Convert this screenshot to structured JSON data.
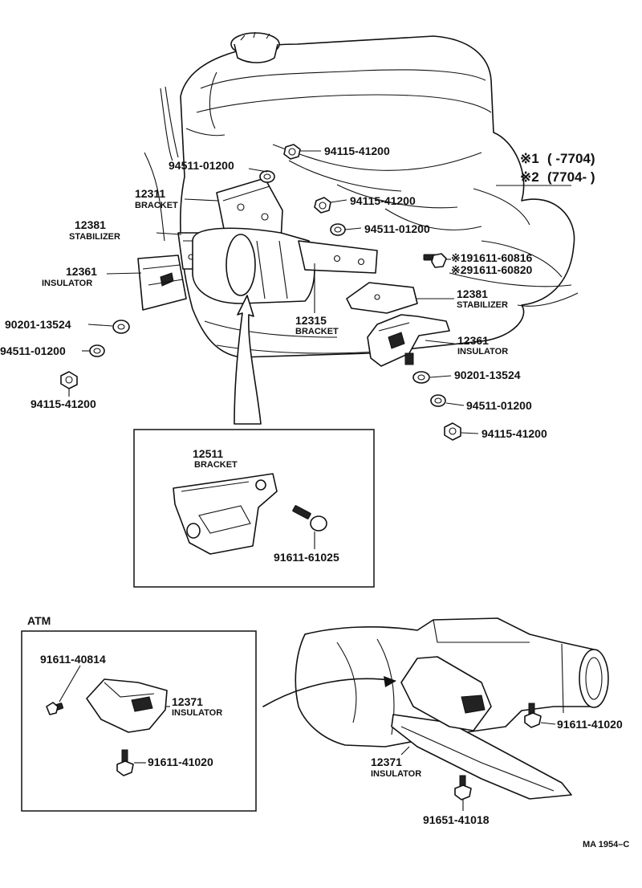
{
  "engine_mount": {
    "callouts": {
      "c94115_top": "94115-41200",
      "c94511_top": "94511-01200",
      "c12311": "12311",
      "c94115_mid": "94115-41200",
      "c94511_mid": "94511-01200",
      "c12381_left": "12381",
      "c91611_60816": "※191611-60816",
      "c91611_60820": "※291611-60820",
      "c12361_left": "12361",
      "c12381_right": "12381",
      "c12315": "12315",
      "c90201_left": "90201-13524",
      "c12361_right": "12361",
      "c94511_left": "94511-01200",
      "c94115_left": "94115-41200",
      "c90201_right": "90201-13524",
      "c94511_right": "94511-01200",
      "c94115_right": "94115-41200"
    },
    "names": {
      "bracket_12311": "BRACKET",
      "stabilizer_left": "STABILIZER",
      "insulator_left": "INSULATOR",
      "stabilizer_right": "STABILIZER",
      "bracket_12315": "BRACKET",
      "insulator_right": "INSULATOR"
    },
    "legend": {
      "row1_marker": "※1",
      "row1_range": "(      -7704)",
      "row2_marker": "※2",
      "row2_range": "(7704-      )"
    }
  },
  "inset_bracket": {
    "part_no": "12511",
    "part_name": "BRACKET",
    "bolt": "91611-61025"
  },
  "atm": {
    "title": "ATM",
    "box": {
      "bolt_top": "91611-40814",
      "insulator_no": "12371",
      "insulator_name": "INSULATOR",
      "bolt_bottom": "91611-41020"
    },
    "transmission": {
      "bolt_right": "91611-41020",
      "insulator_no": "12371",
      "insulator_name": "INSULATOR",
      "bolt_bottom": "91651-41018"
    }
  },
  "footer": {
    "figure_code": "MA 1954–C"
  }
}
